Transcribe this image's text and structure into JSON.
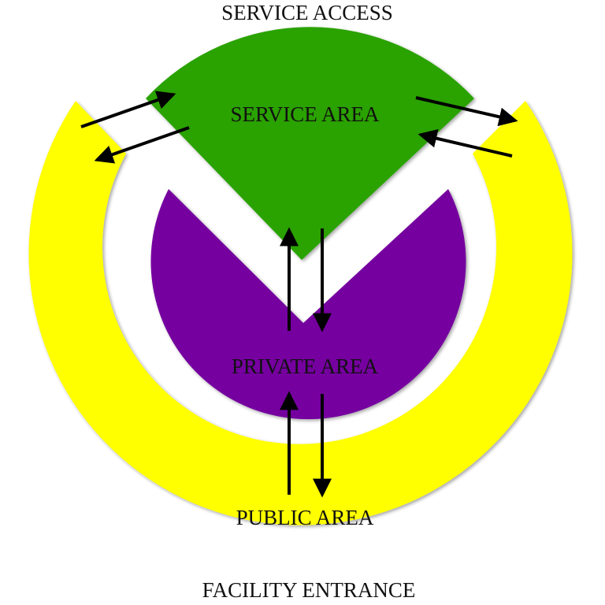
{
  "labels": {
    "top": "SERVICE ACCESS",
    "bottom": "FACILITY ENTRANCE",
    "service": "SERVICE AREA",
    "private": "PRIVATE AREA",
    "public": "PUBLIC AREA"
  },
  "colors": {
    "service": "#2aa205",
    "private": "#74009f",
    "public": "#ffff00",
    "arrow": "#000000",
    "background": "#ffffff"
  }
}
